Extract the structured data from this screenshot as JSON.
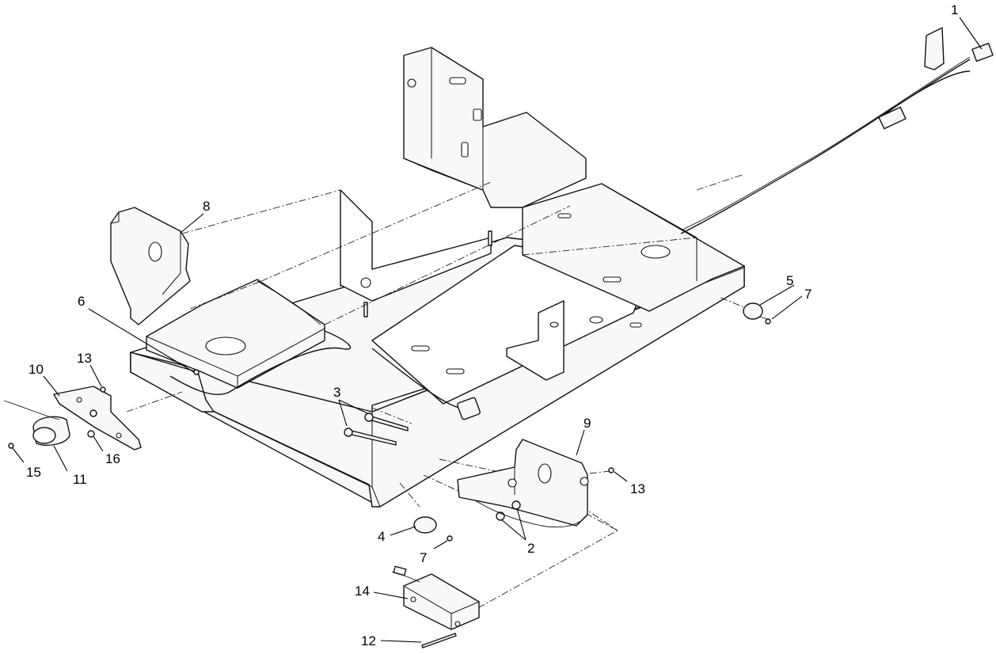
{
  "diagram": {
    "callouts": [
      {
        "id": "c1",
        "label": "1"
      },
      {
        "id": "c2",
        "label": "2"
      },
      {
        "id": "c3",
        "label": "3"
      },
      {
        "id": "c4",
        "label": "4"
      },
      {
        "id": "c5",
        "label": "5"
      },
      {
        "id": "c6",
        "label": "6"
      },
      {
        "id": "c7a",
        "label": "7"
      },
      {
        "id": "c7b",
        "label": "7"
      },
      {
        "id": "c8",
        "label": "8"
      },
      {
        "id": "c9",
        "label": "9"
      },
      {
        "id": "c10",
        "label": "10"
      },
      {
        "id": "c11",
        "label": "11"
      },
      {
        "id": "c12",
        "label": "12"
      },
      {
        "id": "c13a",
        "label": "13"
      },
      {
        "id": "c13b",
        "label": "13"
      },
      {
        "id": "c14",
        "label": "14"
      },
      {
        "id": "c15",
        "label": "15"
      },
      {
        "id": "c16",
        "label": "16"
      }
    ]
  },
  "colors": {
    "line": "#111111",
    "background": "#ffffff"
  }
}
